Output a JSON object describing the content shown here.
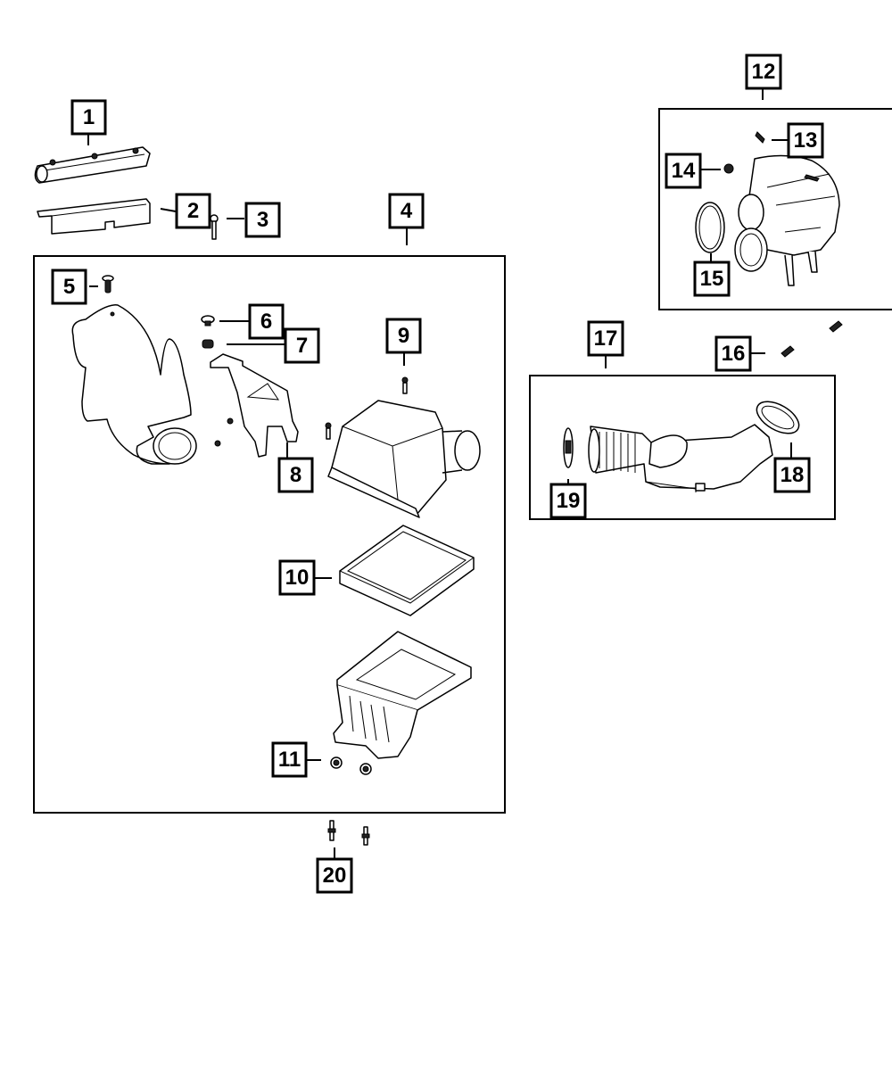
{
  "diagram": {
    "type": "exploded-parts-diagram",
    "callouts": [
      {
        "id": "1",
        "label": "1"
      },
      {
        "id": "2",
        "label": "2"
      },
      {
        "id": "3",
        "label": "3"
      },
      {
        "id": "4",
        "label": "4"
      },
      {
        "id": "5",
        "label": "5"
      },
      {
        "id": "6",
        "label": "6"
      },
      {
        "id": "7",
        "label": "7"
      },
      {
        "id": "8",
        "label": "8"
      },
      {
        "id": "9",
        "label": "9"
      },
      {
        "id": "10",
        "label": "10"
      },
      {
        "id": "11",
        "label": "11"
      },
      {
        "id": "12",
        "label": "12"
      },
      {
        "id": "13",
        "label": "13"
      },
      {
        "id": "14",
        "label": "14"
      },
      {
        "id": "15",
        "label": "15"
      },
      {
        "id": "16",
        "label": "16"
      },
      {
        "id": "17",
        "label": "17"
      },
      {
        "id": "18",
        "label": "18"
      },
      {
        "id": "19",
        "label": "19"
      },
      {
        "id": "20",
        "label": "20"
      }
    ],
    "groups": [
      {
        "callout": "4",
        "contains": [
          "5",
          "6",
          "7",
          "8",
          "9",
          "10",
          "11"
        ]
      },
      {
        "callout": "12",
        "contains": [
          "13",
          "14",
          "15"
        ]
      },
      {
        "callout": "17",
        "contains": [
          "18",
          "19"
        ]
      }
    ],
    "colors": {
      "line": "#000000",
      "background": "#ffffff"
    }
  }
}
